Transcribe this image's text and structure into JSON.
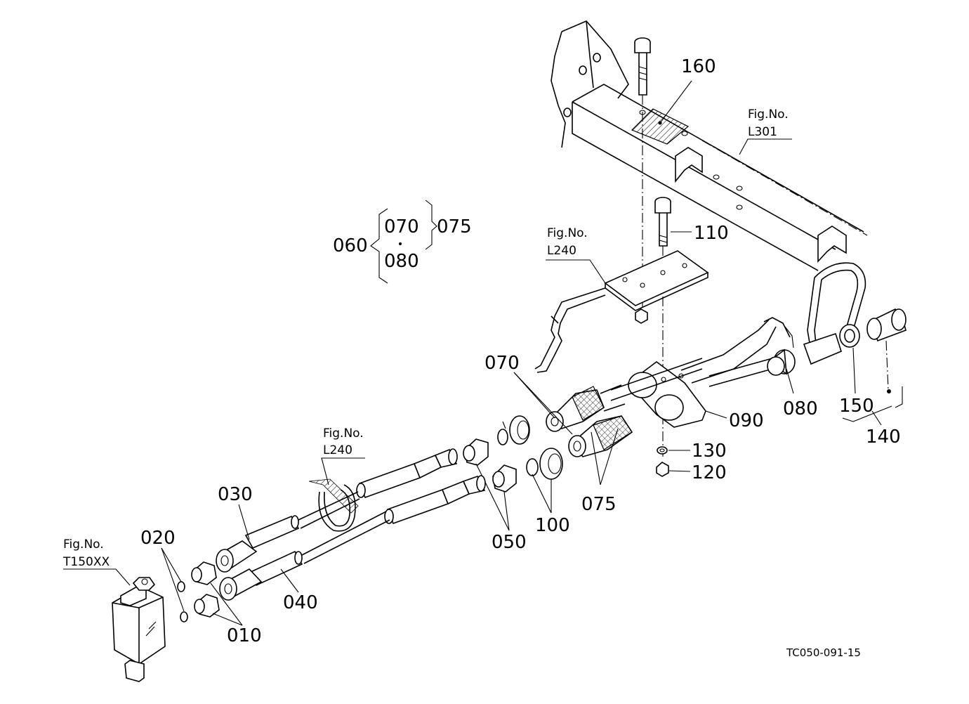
{
  "diagram": {
    "doc_code": "TC050-091-15",
    "callouts": [
      {
        "id": "c160",
        "text": "160"
      },
      {
        "id": "c110",
        "text": "110"
      },
      {
        "id": "c070a",
        "text": "070"
      },
      {
        "id": "c075a",
        "text": "075"
      },
      {
        "id": "c060",
        "text": "060"
      },
      {
        "id": "c080a",
        "text": "080"
      },
      {
        "id": "c070b",
        "text": "070"
      },
      {
        "id": "c090",
        "text": "090"
      },
      {
        "id": "c080b",
        "text": "080"
      },
      {
        "id": "c150",
        "text": "150"
      },
      {
        "id": "c140",
        "text": "140"
      },
      {
        "id": "c130",
        "text": "130"
      },
      {
        "id": "c120",
        "text": "120"
      },
      {
        "id": "c075b",
        "text": "075"
      },
      {
        "id": "c100",
        "text": "100"
      },
      {
        "id": "c050",
        "text": "050"
      },
      {
        "id": "c030",
        "text": "030"
      },
      {
        "id": "c040",
        "text": "040"
      },
      {
        "id": "c020",
        "text": "020"
      },
      {
        "id": "c010",
        "text": "010"
      }
    ],
    "fig_refs": [
      {
        "id": "f1",
        "title": "Fig.No.",
        "code": "L301"
      },
      {
        "id": "f2",
        "title": "Fig.No.",
        "code": "L240"
      },
      {
        "id": "f3",
        "title": "Fig.No.",
        "code": "L240"
      },
      {
        "id": "f4",
        "title": "Fig.No.",
        "code": "T150XX"
      }
    ]
  }
}
